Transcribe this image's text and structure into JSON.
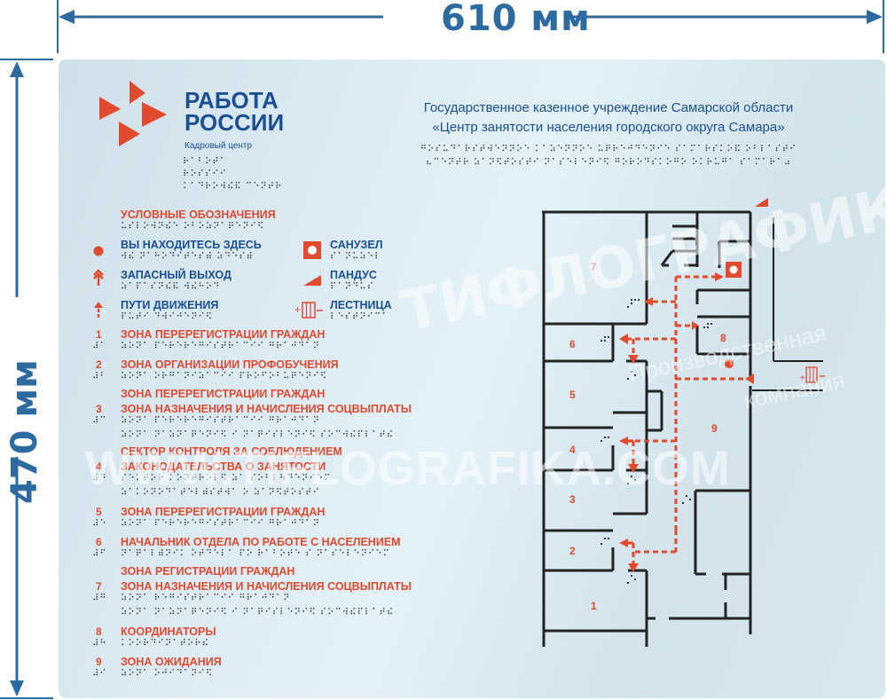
{
  "dimensions": {
    "width_label": "610 мм",
    "height_label": "470 мм"
  },
  "logo": {
    "title_line1": "РАБОТА",
    "title_line2": "РОССИИ",
    "subtitle": "Кадровый центр",
    "braille": [
      "⠗⠁⠃⠕⠞⠁",
      "⠗⠕⠎⠎⠊⠊",
      "⠅⠁⠙⠗⠕⠺⠮⠯ ⠉⠑⠝⠞⠗"
    ],
    "color": "#e04a2f"
  },
  "organization": {
    "line1": "Государственное казенное учреждение Самарской области",
    "line2": "«Центр занятости населения городского округа Самара»",
    "braille_line1": "⠛⠕⠎⠥⠙⠁⠗⠎⠞⠺⠑⠝⠝⠕⠑ ⠅⠁⠵⠑⠝⠝⠕⠑ ⠥⠟⠗⠑⠚⠙⠑⠝⠊⠑ ⠎⠁⠍⠁⠗⠎⠅⠕⠯ ⠕⠃⠇⠁⠎⠞⠊",
    "braille_line2": "⠦⠉⠑⠝⠞⠗ ⠵⠁⠝⠫⠞⠕⠎⠞⠊ ⠝⠁⠎⠑⠇⠑⠝⠊⠫ ⠛⠕⠗⠕⠙⠎⠅⠕⠛⠕ ⠕⠅⠗⠥⠛⠁ ⠎⠁⠍⠁⠗⠁⠴"
  },
  "legend": {
    "title": "УСЛОВНЫЕ ОБОЗНАЧЕНИЯ",
    "title_braille": "⠥⠎⠇⠕⠺⠝⠮⠑ ⠕⠃⠕⠵⠝⠁⠟⠑⠝⠊⠫",
    "items": [
      {
        "icon": "you-are-here-dot-icon",
        "label": "ВЫ НАХОДИТЕСЬ ЗДЕСЬ",
        "braille": "⠺⠮ ⠝⠁⠓⠕⠙⠊⠞⠑⠎⠾ ⠵⠙⠑⠎⠾"
      },
      {
        "icon": "emergency-exit-icon",
        "label": "ЗАПАСНЫЙ ВЫХОД",
        "braille": "⠵⠁⠏⠁⠎⠝⠮⠯ ⠺⠮⠓⠕⠙"
      },
      {
        "icon": "path-arrow-icon",
        "label": "ПУТИ ДВИЖЕНИЯ",
        "braille": "⠏⠥⠞⠊ ⠙⠺⠊⠚⠑⠝⠊⠫"
      },
      {
        "icon": "restroom-icon",
        "label": "САНУЗЕЛ",
        "braille": "⠎⠁⠝⠥⠵⠑⠇"
      },
      {
        "icon": "ramp-icon",
        "label": "ПАНДУС",
        "braille": "⠏⠁⠝⠙⠥⠎"
      },
      {
        "icon": "stairs-icon",
        "label": "ЛЕСТНИЦА",
        "braille": "⠇⠑⠎⠞⠝⠊⠉⠁"
      }
    ]
  },
  "zones": [
    {
      "num": "1",
      "num_braille": "⠼⠁",
      "lines": [
        "ЗОНА ПЕРЕРЕГИСТРАЦИИ ГРАЖДАН"
      ],
      "braille": [
        "⠵⠕⠝⠁ ⠏⠑⠗⠑⠗⠑⠛⠊⠎⠞⠗⠁⠉⠊⠊ ⠛⠗⠁⠚⠙⠁⠝"
      ]
    },
    {
      "num": "2",
      "num_braille": "⠼⠃",
      "lines": [
        "ЗОНА ОРГАНИЗАЦИИ ПРОФОБУЧЕНИЯ"
      ],
      "braille": [
        "⠵⠕⠝⠁ ⠕⠗⠛⠁⠝⠊⠵⠁⠉⠊⠊ ⠏⠗⠕⠋⠕⠃⠥⠟⠑⠝⠊⠫"
      ]
    },
    {
      "num": "3",
      "num_braille": "⠼⠉",
      "lines": [
        "ЗОНА ПЕРЕРЕГИСТРАЦИИ ГРАЖДАН",
        "ЗОНА НАЗНАЧЕНИЯ И НАЧИСЛЕНИЯ СОЦВЫПЛАТЫ"
      ],
      "braille": [
        "⠵⠕⠝⠁ ⠏⠑⠗⠑⠗⠑⠛⠊⠎⠞⠗⠁⠉⠊⠊ ⠛⠗⠁⠚⠙⠁⠝",
        "⠵⠕⠝⠁ ⠝⠁⠵⠝⠁⠟⠑⠝⠊⠫ ⠊ ⠝⠁⠟⠊⠎⠇⠑⠝⠊⠫ ⠎⠕⠉⠺⠮⠏⠇⠁⠞⠮"
      ]
    },
    {
      "num": "4",
      "num_braille": "⠼⠙",
      "lines": [
        "СЕКТОР КОНТРОЛЯ ЗА СОБЛЮДЕНИЕМ",
        "ЗАКОНОДАТЕЛЬСТВА О ЗАНЯТОСТИ"
      ],
      "braille": [
        "⠎⠑⠅⠞⠕⠗ ⠅⠕⠝⠞⠗⠕⠇⠫ ⠵⠁ ⠎⠕⠃⠇⠳⠙⠑⠝⠊⠑⠍",
        "⠵⠁⠅⠕⠝⠕⠙⠁⠞⠑⠇⠾⠎⠞⠺⠁ ⠕ ⠵⠁⠝⠫⠞⠕⠎⠞⠊"
      ]
    },
    {
      "num": "5",
      "num_braille": "⠼⠑",
      "lines": [
        "ЗОНА ПЕРЕРЕГИСТРАЦИИ ГРАЖДАН"
      ],
      "braille": [
        "⠵⠕⠝⠁ ⠏⠑⠗⠑⠗⠑⠛⠊⠎⠞⠗⠁⠉⠊⠊ ⠛⠗⠁⠚⠙⠁⠝"
      ]
    },
    {
      "num": "6",
      "num_braille": "⠼⠋",
      "lines": [
        "НАЧАЛЬНИК ОТДЕЛА ПО РАБОТЕ С НАСЕЛЕНИЕМ"
      ],
      "braille": [
        "⠝⠁⠟⠁⠇⠾⠝⠊⠅ ⠕⠞⠙⠑⠇⠁ ⠏⠕ ⠗⠁⠃⠕⠞⠑ ⠎ ⠝⠁⠎⠑⠇⠑⠝⠊⠑⠍"
      ]
    },
    {
      "num": "7",
      "num_braille": "⠼⠛",
      "lines": [
        "ЗОНА РЕГИСТРАЦИИ ГРАЖДАН",
        "ЗОНА НАЗНАЧЕНИЯ И НАЧИСЛЕНИЯ СОЦВЫПЛАТЫ"
      ],
      "braille": [
        "⠵⠕⠝⠁ ⠗⠑⠛⠊⠎⠞⠗⠁⠉⠊⠊ ⠛⠗⠁⠚⠙⠁⠝",
        "⠵⠕⠝⠁ ⠝⠁⠵⠝⠁⠟⠑⠝⠊⠫ ⠊ ⠝⠁⠟⠊⠎⠇⠑⠝⠊⠫ ⠎⠕⠉⠺⠮⠏⠇⠁⠞⠮"
      ]
    },
    {
      "num": "8",
      "num_braille": "⠼⠓",
      "lines": [
        "КООРДИНАТОРЫ"
      ],
      "braille": [
        "⠅⠕⠕⠗⠙⠊⠝⠁⠞⠕⠗⠮"
      ]
    },
    {
      "num": "9",
      "num_braille": "⠼⠊",
      "lines": [
        "ЗОНА ОЖИДАНИЯ"
      ],
      "braille": [
        "⠵⠕⠝⠁ ⠕⠚⠊⠙⠁⠝⠊⠫"
      ]
    }
  ],
  "plan": {
    "room_labels": [
      "1",
      "2",
      "3",
      "4",
      "5",
      "6",
      "7",
      "8",
      "9"
    ],
    "room_braille": "⠼",
    "wall_color": "#222222",
    "path_color": "#e04a2f"
  },
  "watermark": {
    "brand": "ТИФЛОГРАФИКА",
    "tagline_1": "Производственная",
    "tagline_2": "компания",
    "url": "WWW.TIFLOGRAFIKA.COM"
  },
  "colors": {
    "accent_red": "#e04a2f",
    "brand_blue": "#1c4e93",
    "dimension_blue": "#2d6aa0"
  }
}
